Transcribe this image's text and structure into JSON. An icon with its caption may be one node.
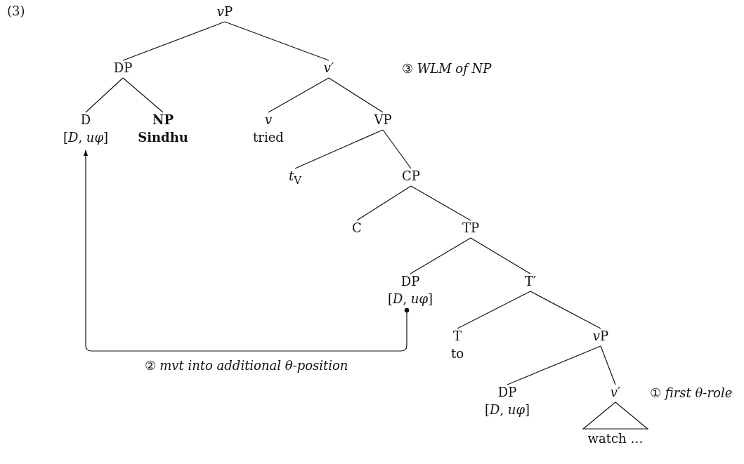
{
  "diagram": {
    "nodes": [
      {
        "text": [
          "vP"
        ]
      },
      {
        "text": [
          "DP"
        ]
      },
      {
        "text": [
          "v′"
        ]
      },
      {
        "text": [
          "D",
          "[*D*, *uφ*]"
        ]
      },
      {
        "text": [
          "NP",
          "Sindhu"
        ]
      },
      {
        "text": [
          "v",
          "tried"
        ]
      },
      {
        "text": [
          "VP"
        ]
      },
      {
        "text": [
          "*t*$_{V}$"
        ]
      },
      {
        "text": [
          "CP"
        ]
      },
      {
        "text": [
          "C"
        ]
      },
      {
        "text": [
          "TP"
        ]
      },
      {
        "text": [
          "DP",
          "[*D*, *uφ*]"
        ]
      },
      {
        "text": [
          "T′"
        ]
      },
      {
        "text": [
          "T",
          "to"
        ]
      },
      {
        "text": [
          "vP"
        ]
      },
      {
        "text": [
          "DP",
          "[*D*, *uφ*]"
        ]
      },
      {
        "text": [
          "v′"
        ]
      },
      {
        "text": [
          "watch …"
        ]
      }
    ],
    "edges": [
      {
        "from": 0,
        "to": 1,
        "arrow": "none"
      },
      {
        "from": 0,
        "to": 2,
        "arrow": "none"
      },
      {
        "from": 1,
        "to": 3,
        "arrow": "none"
      },
      {
        "from": 1,
        "to": 4,
        "arrow": "none"
      },
      {
        "from": 2,
        "to": 5,
        "arrow": "none"
      },
      {
        "from": 2,
        "to": 6,
        "arrow": "none"
      },
      {
        "from": 6,
        "to": 7,
        "arrow": "none"
      },
      {
        "from": 6,
        "to": 8,
        "arrow": "none"
      },
      {
        "from": 8,
        "to": 9,
        "arrow": "none"
      },
      {
        "from": 8,
        "to": 10,
        "arrow": "none"
      },
      {
        "from": 10,
        "to": 11,
        "arrow": "none"
      },
      {
        "from": 10,
        "to": 12,
        "arrow": "none"
      },
      {
        "from": 12,
        "to": 13,
        "arrow": "none"
      },
      {
        "from": 12,
        "to": 14,
        "arrow": "none"
      },
      {
        "from": 14,
        "to": 15,
        "arrow": "none"
      },
      {
        "from": 14,
        "to": 16,
        "arrow": "none"
      },
      {
        "from": 11,
        "to": 3,
        "arrow": "to",
        "label": "② *mvt into additional θ-position*"
      }
    ],
    "labels": [
      "(3)",
      "③ *WLM of NP*",
      "① *first θ-role*"
    ]
  }
}
